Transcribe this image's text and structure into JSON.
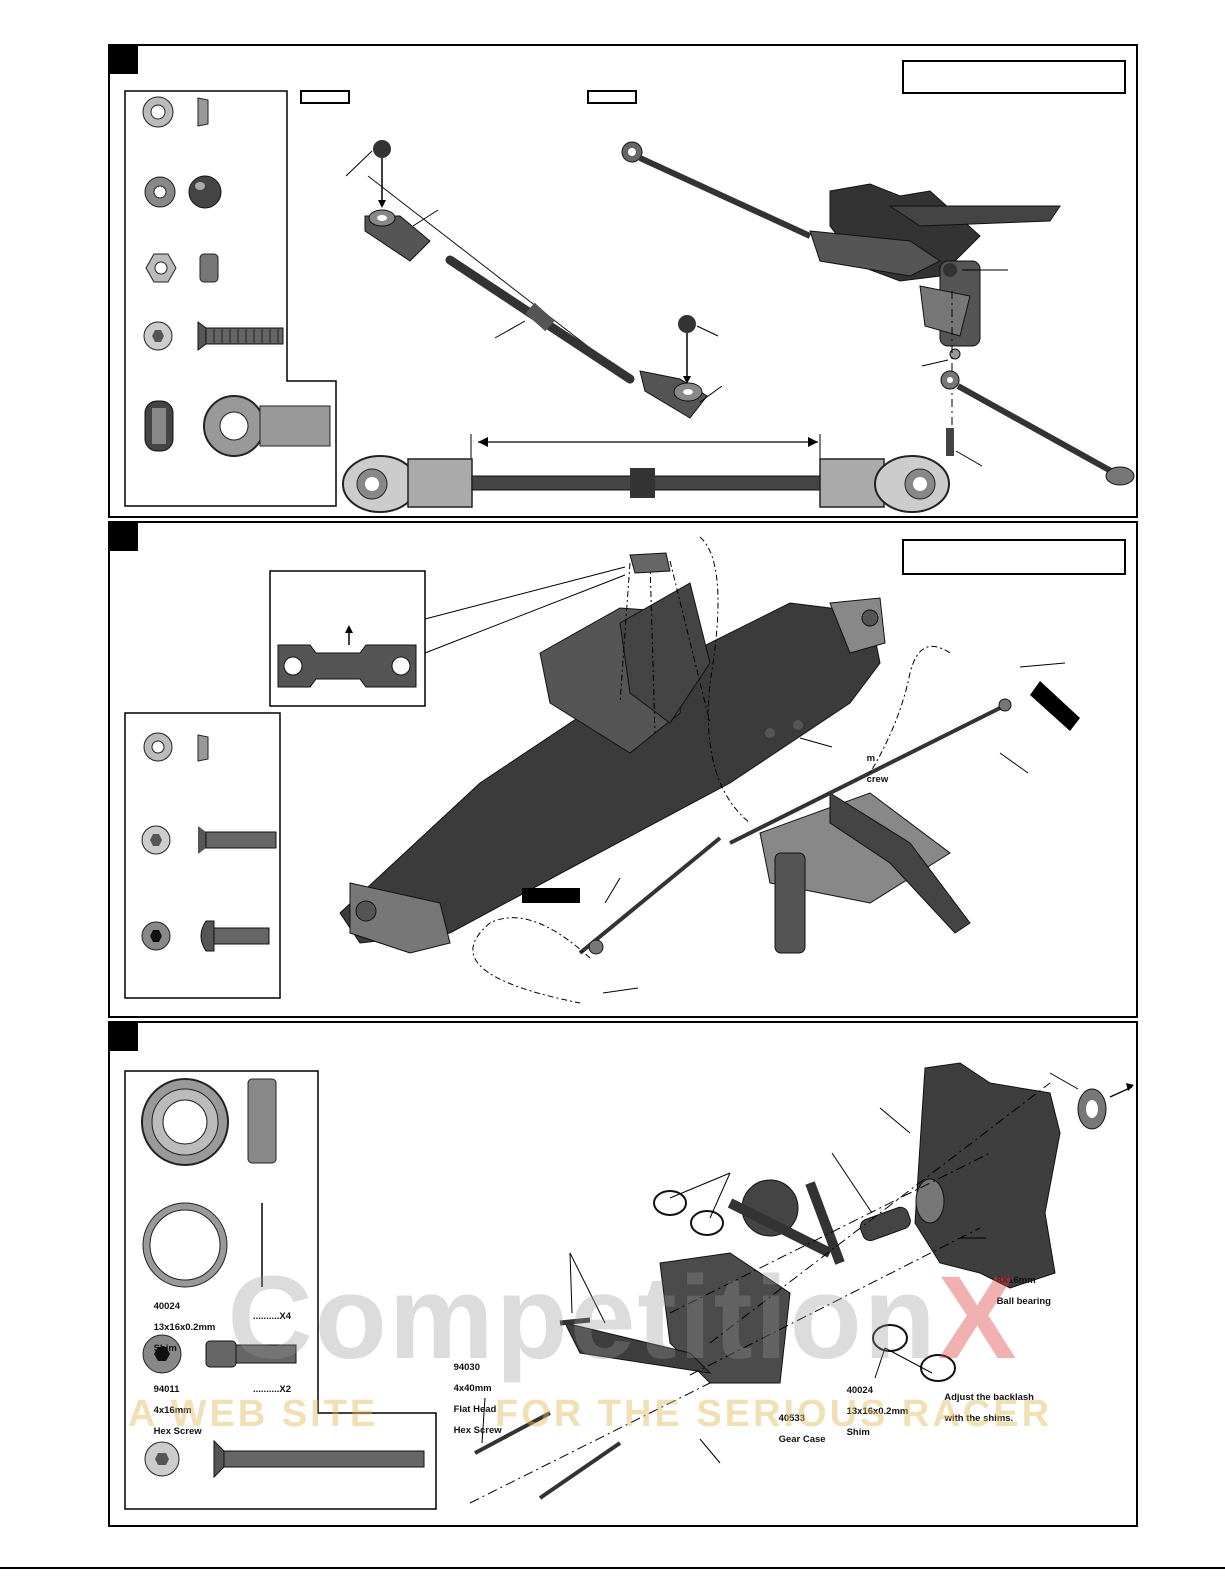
{
  "page": {
    "watermark": {
      "brand_main": "Competition",
      "brand_x": "X",
      "tagline_left": "A WEB SITE",
      "tagline_right": "FOR THE SERIOUS RACER"
    }
  },
  "colors": {
    "part_dark": "#3d3d3d",
    "part_mid": "#8a8a8a",
    "part_light": "#c9c9c9",
    "line": "#000000"
  },
  "panels": [
    {
      "name": "steering-linkage-step",
      "parts": [
        "washer",
        "ball stud",
        "nut",
        "flat head screw",
        "rod end"
      ]
    },
    {
      "name": "chassis-rear-arms-step",
      "parts": [
        "washer",
        "flat head screw",
        "button head screw"
      ],
      "partial_label": [
        "m",
        "crew"
      ]
    },
    {
      "name": "gear-case-step",
      "parts": [
        {
          "code": "40024",
          "size": "13x16x0.2mm",
          "desc": "Shim",
          "qty": "..........X4"
        },
        {
          "code": "94011",
          "size": "4x16mm",
          "desc": "Hex Screw",
          "qty": "..........X2"
        }
      ],
      "callouts": {
        "flat_screw": {
          "code": "94030",
          "size": "4x40mm",
          "desc1": "Flat Head",
          "desc2": "Hex Screw"
        },
        "gear_case": {
          "code": "40533",
          "desc": "Gear Case"
        },
        "shim": {
          "code": "40024",
          "size": "13x16x0.2mm",
          "desc": "Shim"
        },
        "bearing": {
          "size": "8X16mm",
          "desc": "Ball bearing"
        },
        "note": {
          "line1": "Adjust the backlash",
          "line2": "with the shims."
        }
      }
    }
  ]
}
